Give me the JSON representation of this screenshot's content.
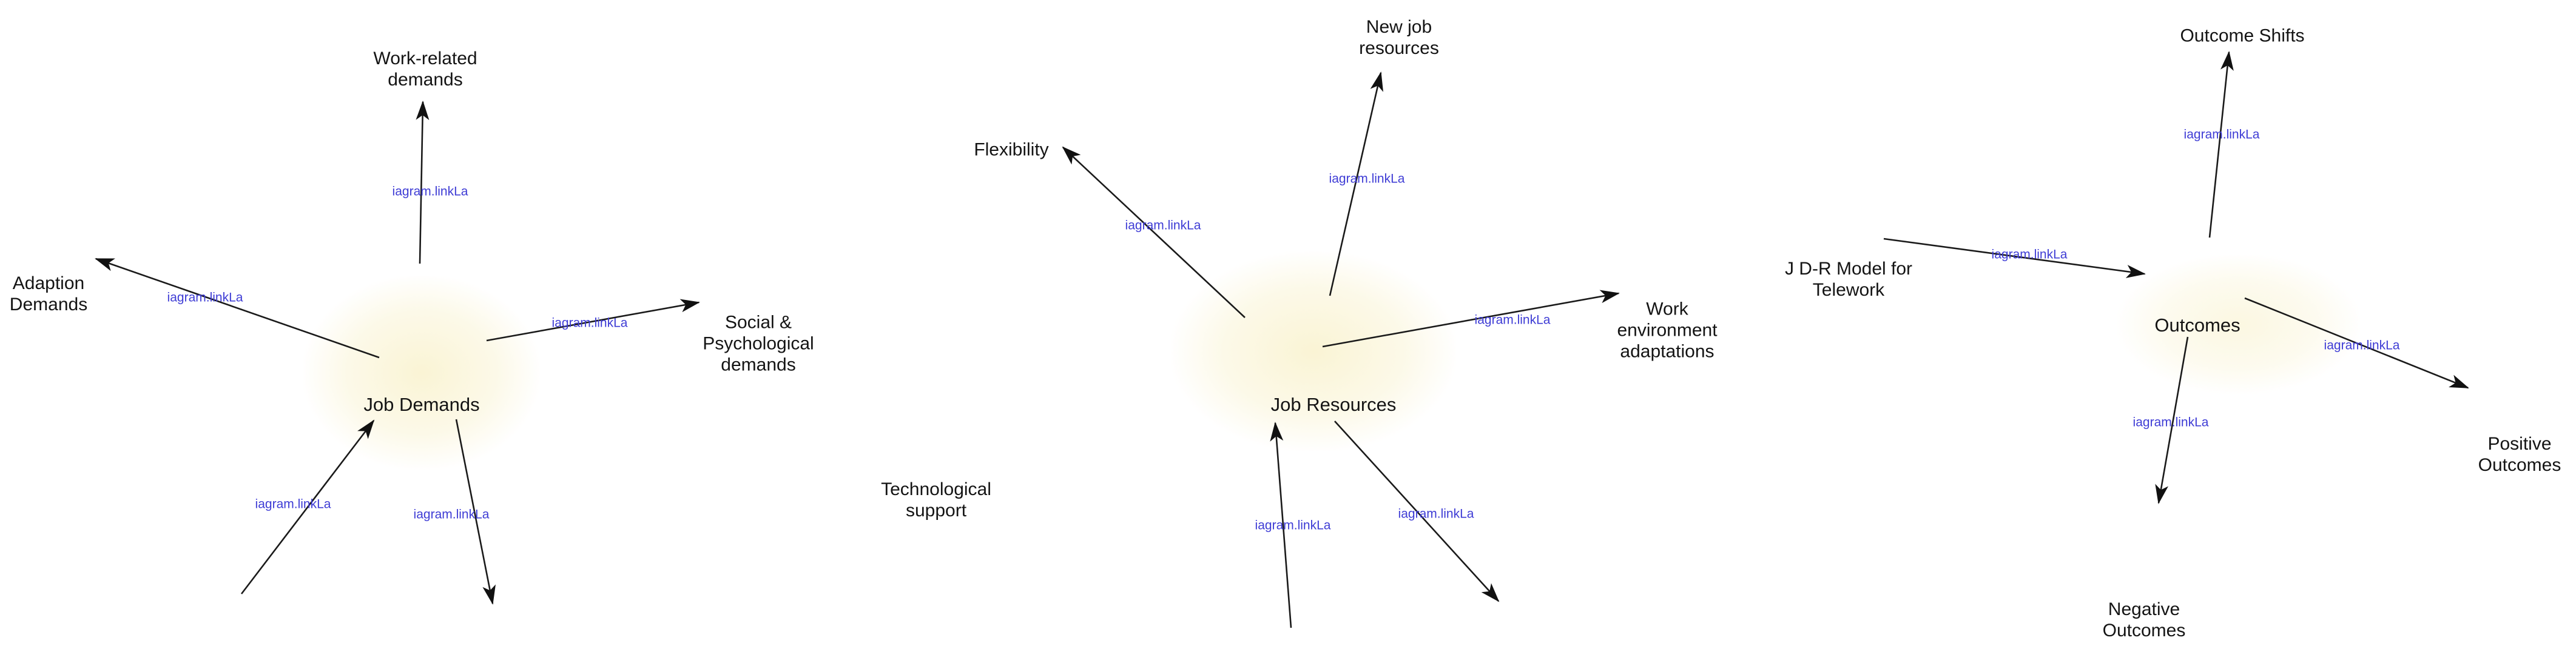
{
  "diagram": {
    "background_color": "#ffffff",
    "line_color": "#1a1a1a",
    "text_color": "#141414",
    "edge_label_color": "#3e3cd5",
    "node_glow_color": "#f9f2cd",
    "nodes": {
      "job_demands": {
        "label": "Job Demands"
      },
      "work_related_demands": {
        "label": "Work-related\ndemands"
      },
      "adaption_demands": {
        "label": "Adaption\nDemands"
      },
      "social_psychological_demands": {
        "label": "Social &\nPsychological\ndemands"
      },
      "job_resources": {
        "label": "Job Resources"
      },
      "flexibility": {
        "label": "Flexibility"
      },
      "new_job_resources": {
        "label": "New job\nresources"
      },
      "work_environment_adaptations": {
        "label": "Work\nenvironment\nadaptations"
      },
      "technological_support": {
        "label": "Technological\nsupport"
      },
      "jdr_model_for_telework": {
        "label": "J D-R Model for\nTelework"
      },
      "outcomes": {
        "label": "Outcomes"
      },
      "outcome_shifts": {
        "label": "Outcome Shifts"
      },
      "positive_outcomes": {
        "label": "Positive\nOutcomes"
      },
      "negative_outcomes": {
        "label": "Negative\nOutcomes"
      }
    },
    "edges": [
      {
        "from": "job_demands",
        "to": "work_related_demands",
        "label": "iagram.linkLa"
      },
      {
        "from": "job_demands",
        "to": "adaption_demands",
        "label": "iagram.linkLa"
      },
      {
        "from": "job_demands",
        "to": "social_psychological_demands",
        "label": "iagram.linkLa"
      },
      {
        "from": "offscreen_bottom_left",
        "to": "job_demands",
        "label": "iagram.linkLa"
      },
      {
        "from": "job_demands",
        "to": "offscreen_bottom_right",
        "label": "iagram.linkLa"
      },
      {
        "from": "job_resources",
        "to": "flexibility",
        "label": "iagram.linkLa"
      },
      {
        "from": "job_resources",
        "to": "new_job_resources",
        "label": "iagram.linkLa"
      },
      {
        "from": "job_resources",
        "to": "work_environment_adaptations",
        "label": "iagram.linkLa"
      },
      {
        "from": "offscreen_bottom",
        "to": "job_resources",
        "label": "iagram.linkLa"
      },
      {
        "from": "job_resources",
        "to": "offscreen_bottom_right",
        "label": "iagram.linkLa"
      },
      {
        "from": "jdr_model_for_telework",
        "to": "outcomes",
        "label": "iagram.linkLa"
      },
      {
        "from": "outcomes",
        "to": "outcome_shifts",
        "label": "iagram.linkLa"
      },
      {
        "from": "outcomes",
        "to": "positive_outcomes",
        "label": "iagram.linkLa"
      },
      {
        "from": "outcomes",
        "to": "negative_outcomes",
        "label": "iagram.linkLa"
      }
    ]
  }
}
